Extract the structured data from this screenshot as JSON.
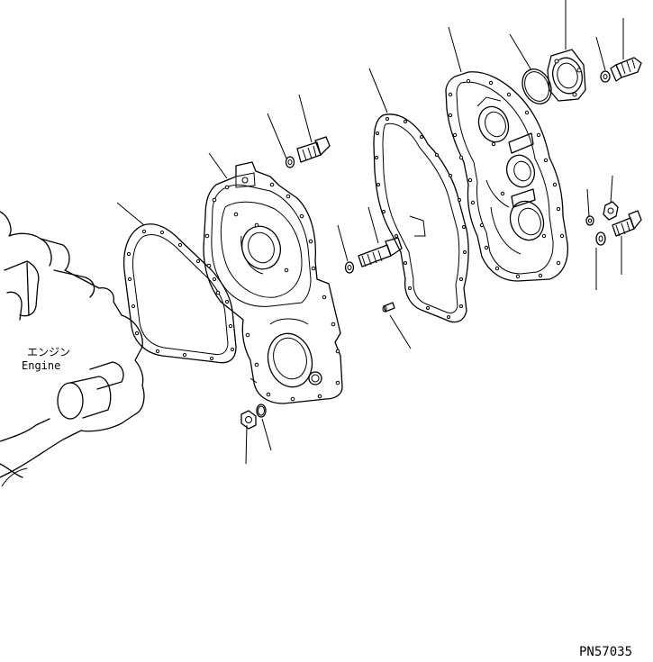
{
  "engine_label_jp": "エンジン",
  "engine_label_en": "Engine",
  "drawing_number": "PN57035"
}
